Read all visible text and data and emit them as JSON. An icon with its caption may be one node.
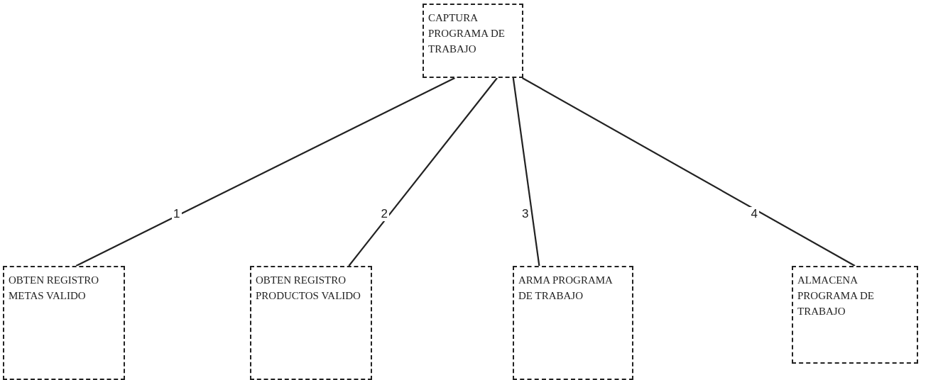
{
  "diagram": {
    "nodes": [
      {
        "text": [
          "CAPTURA PROGRAMA DE TRABAJO"
        ]
      },
      {
        "text": [
          "OBTEN REGISTRO METAS VALIDO"
        ]
      },
      {
        "text": [
          "OBTEN REGISTRO PRODUCTOS VALIDO"
        ]
      },
      {
        "text": [
          "ARMA PROGRAMA DE TRABAJO"
        ]
      },
      {
        "text": [
          "ALMACENA PROGRAMA DE TRABAJO"
        ]
      }
    ],
    "edges": [
      {
        "from": 0,
        "to": 1,
        "arrow": "none",
        "label": "1"
      },
      {
        "from": 0,
        "to": 2,
        "arrow": "none",
        "label": "2"
      },
      {
        "from": 0,
        "to": 3,
        "arrow": "none",
        "label": "3"
      },
      {
        "from": 0,
        "to": 4,
        "arrow": "none",
        "label": "4"
      }
    ]
  }
}
